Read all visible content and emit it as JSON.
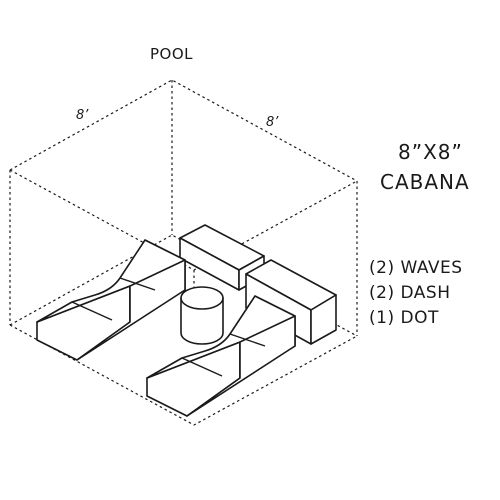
{
  "pool_label": "POOL",
  "dimensions": {
    "left": "8’",
    "right": "8’"
  },
  "title": {
    "line1": "8”X8”",
    "line2": "CABANA"
  },
  "legend": [
    {
      "label": "(2) WAVES"
    },
    {
      "label": "(2) DASH"
    },
    {
      "label": "(1) DOT"
    }
  ]
}
